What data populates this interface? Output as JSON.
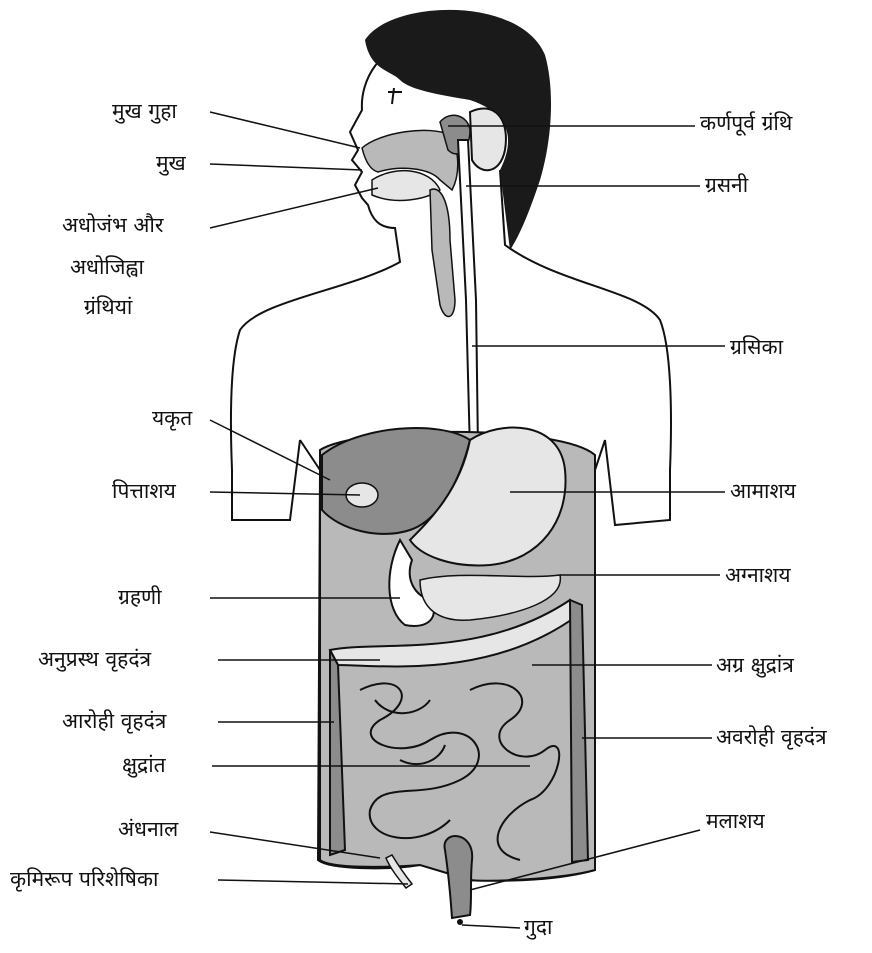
{
  "labels": {
    "mouth_cavity": "मुख गुहा",
    "mouth": "मुख",
    "sublingual_1": "अधोजंभ और",
    "sublingual_2": "अधोजिह्वा",
    "sublingual_3": "ग्रंथियां",
    "liver": "यकृत",
    "gallbladder": "पित्ताशय",
    "duodenum": "ग्रहणी",
    "transverse_colon": "अनुप्रस्थ वृहदंत्र",
    "ascending_colon": "आरोही वृहदंत्र",
    "small_intestine": "क्षुद्रांत",
    "caecum": "अंधनाल",
    "appendix": "कृमिरूप परिशेषिका",
    "parotid": "कर्णपूर्व ग्रंथि",
    "pharynx": "ग्रसनी",
    "oesophagus": "ग्रसिका",
    "stomach": "आमाशय",
    "pancreas": "अग्नाशय",
    "jejunum": "अग्र क्षुद्रांत्र",
    "descending_colon": "अवरोही वृहदंत्र",
    "rectum": "मलाशय",
    "anus": "गुदा"
  },
  "colors": {
    "ink": "#111111",
    "hair": "#1a1a1a",
    "organ_dark": "#8c8c8c",
    "organ_mid": "#b9b9b9",
    "organ_light": "#e6e6e6"
  }
}
